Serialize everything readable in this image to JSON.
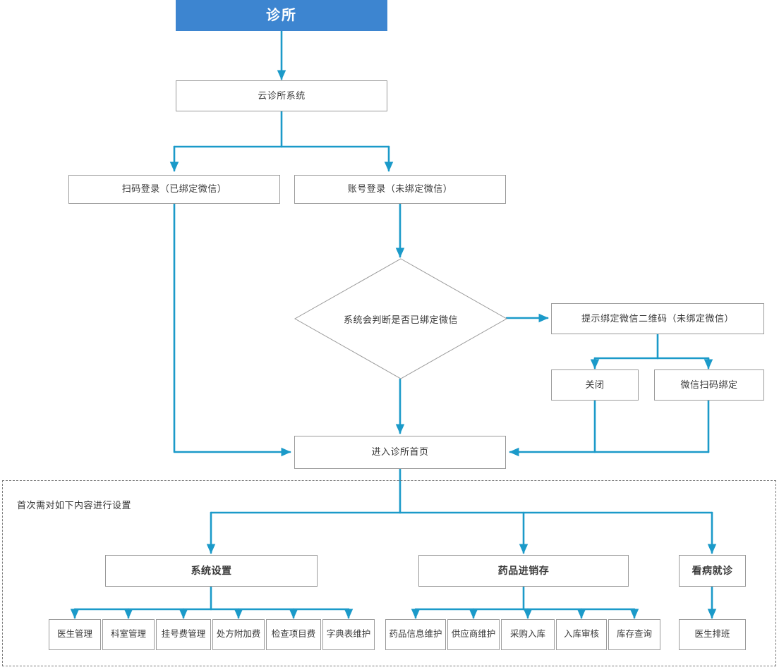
{
  "diagram": {
    "type": "flowchart",
    "title": "诊所",
    "accent_color": "#1b9ac9",
    "title_bg_color": "#3d85d0",
    "node_border_color": "#9a9a9a",
    "nodes": {
      "title": "诊所",
      "cloud_system": "云诊所系统",
      "scan_login": "扫码登录（已绑定微信）",
      "account_login": "账号登录（未绑定微信）",
      "decision": "系统会判断是否已绑定微信",
      "bind_prompt": "提示绑定微信二维码（未绑定微信）",
      "close": "关闭",
      "wechat_bind": "微信扫码绑定",
      "home": "进入诊所首页",
      "system_settings": "系统设置",
      "drug_inventory": "药品进销存",
      "visit": "看病就诊"
    },
    "group": {
      "label": "首次需对如下内容进行设置"
    },
    "system_settings_children": [
      "医生管理",
      "科室管理",
      "挂号费管理",
      "处方附加费",
      "检查项目费",
      "字典表维护"
    ],
    "drug_inventory_children": [
      "药品信息维护",
      "供应商维护",
      "采购入库",
      "入库审核",
      "库存查询"
    ],
    "visit_children": [
      "医生排班"
    ]
  }
}
